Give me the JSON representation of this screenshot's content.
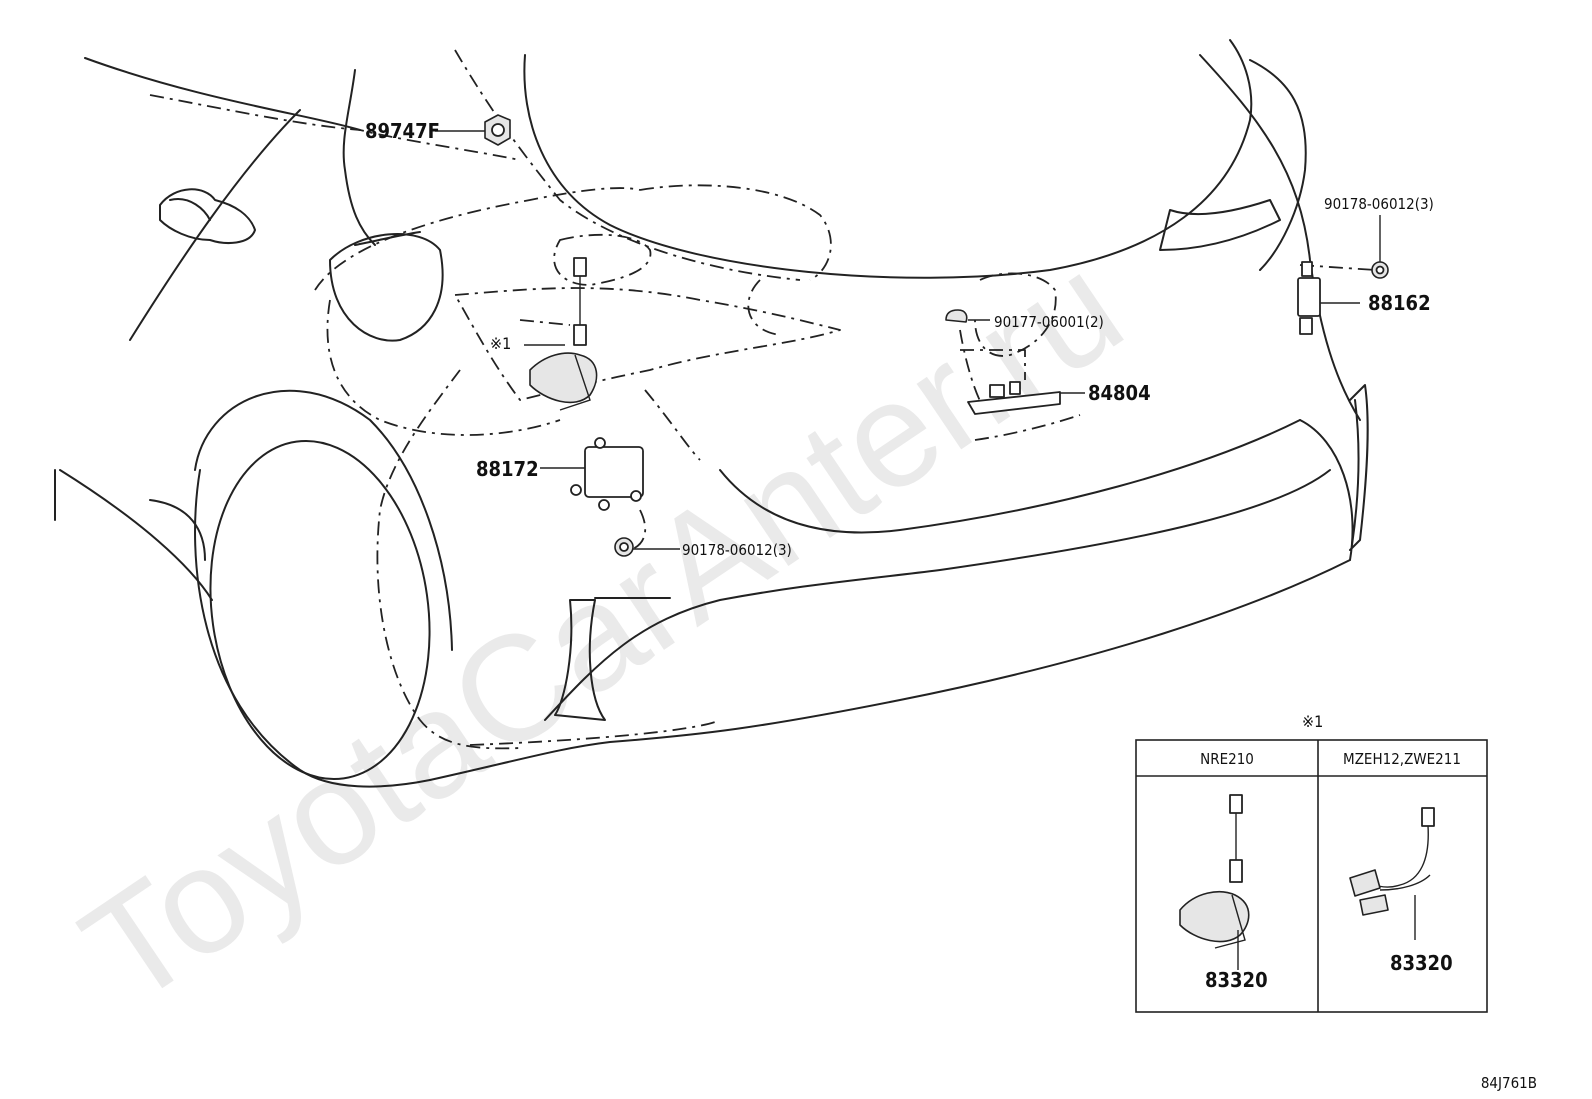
{
  "watermark": "ToyotaCarAnter.ru",
  "diagram_code": "84J761B",
  "callouts": {
    "p89747F": "89747F",
    "p88172": "88172",
    "p90178_left": "90178-06012(3)",
    "p90177": "90177-06001(2)",
    "p84804": "84804",
    "p90178_right": "90178-06012(3)",
    "p88162": "88162",
    "note_mark": "※1"
  },
  "inset": {
    "title": "※1",
    "columns": [
      {
        "header": "NRE210",
        "part": "83320"
      },
      {
        "header": "MZEH12,ZWE211",
        "part": "83320"
      }
    ]
  }
}
